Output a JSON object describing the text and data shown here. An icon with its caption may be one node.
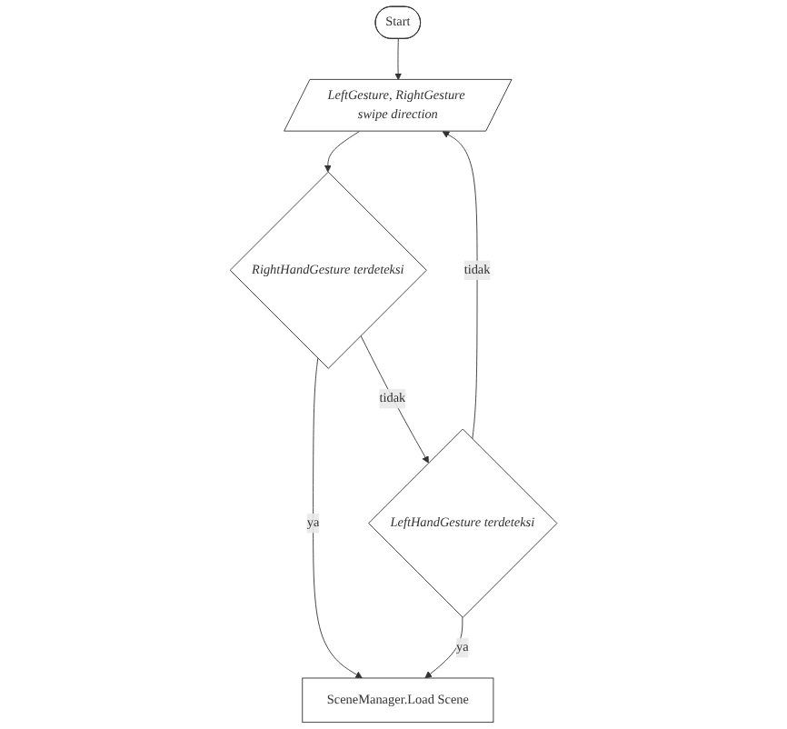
{
  "diagram": {
    "nodes": [
      {
        "text": [
          "Start"
        ]
      },
      {
        "text": [
          "LeftGesture, RightGesture swipe direction"
        ]
      },
      {
        "text": [
          "RightHandGesture terdeteksi"
        ]
      },
      {
        "text": [
          "LeftHandGesture terdeteksi"
        ]
      },
      {
        "text": [
          "SceneManager.Load Scene"
        ]
      }
    ],
    "edges": [
      {
        "from": 0,
        "to": 1,
        "arrow": "to"
      },
      {
        "from": 1,
        "to": 2,
        "arrow": "to"
      },
      {
        "from": 2,
        "to": 3,
        "label": "tidak",
        "arrow": "to"
      },
      {
        "from": 3,
        "to": 1,
        "label": "tidak",
        "arrow": "to"
      },
      {
        "from": 2,
        "to": 4,
        "label": "ya",
        "arrow": "to"
      },
      {
        "from": 3,
        "to": 4,
        "label": "ya",
        "arrow": "to"
      }
    ]
  }
}
